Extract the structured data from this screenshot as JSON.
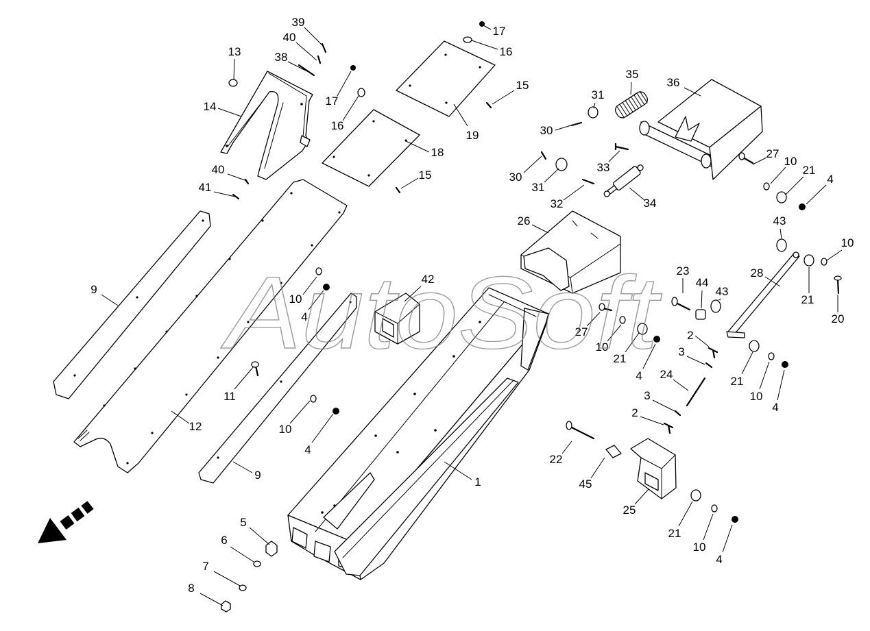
{
  "diagram": {
    "watermark": "AutoSoft",
    "callouts": [
      "39",
      "40",
      "38",
      "13",
      "14",
      "17",
      "16",
      "17",
      "16",
      "15",
      "19",
      "18",
      "15",
      "40",
      "41",
      "9",
      "10",
      "4",
      "42",
      "11",
      "12",
      "10",
      "4",
      "9",
      "1",
      "5",
      "6",
      "7",
      "8",
      "31",
      "35",
      "36",
      "30",
      "30",
      "31",
      "33",
      "32",
      "34",
      "27",
      "10",
      "21",
      "4",
      "26",
      "43",
      "10",
      "28",
      "23",
      "44",
      "43",
      "21",
      "20",
      "27",
      "10",
      "21",
      "4",
      "2",
      "3",
      "21",
      "10",
      "4",
      "24",
      "3",
      "2",
      "22",
      "45",
      "25",
      "21",
      "10",
      "4"
    ]
  }
}
